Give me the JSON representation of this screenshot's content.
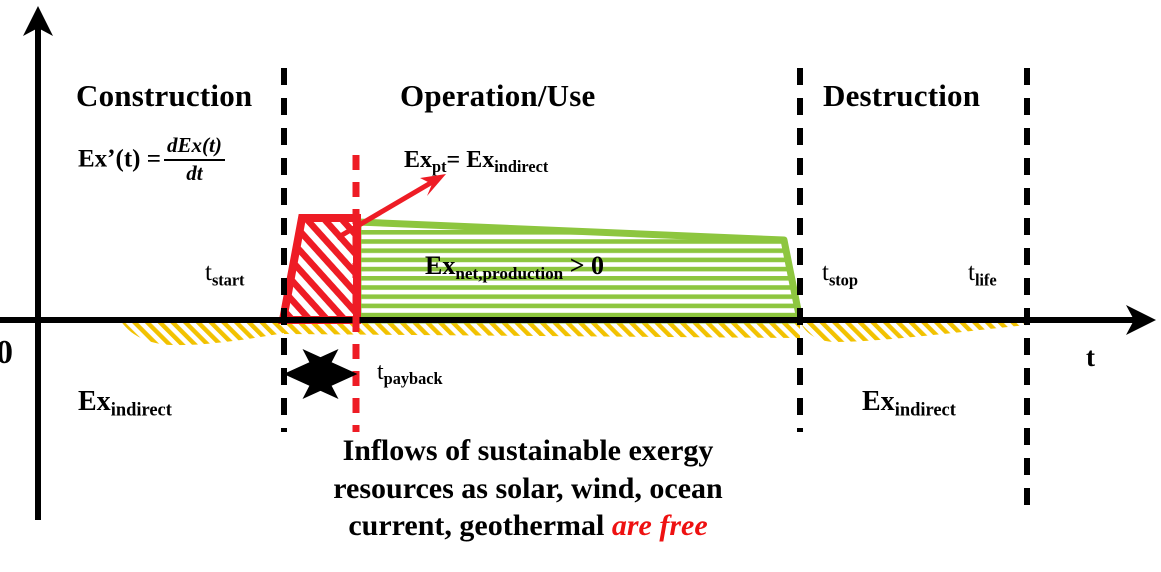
{
  "diagram": {
    "phases": [
      {
        "id": "construction",
        "label": "Construction"
      },
      {
        "id": "operation",
        "label": "Operation/Use"
      },
      {
        "id": "destruction",
        "label": "Destruction"
      }
    ],
    "axes": {
      "x_label": "t",
      "origin_label": "0"
    },
    "time_markers": [
      {
        "id": "t-start",
        "base": "t",
        "sub": "start"
      },
      {
        "id": "t-stop",
        "base": "t",
        "sub": "stop"
      },
      {
        "id": "t-life",
        "base": "t",
        "sub": "life"
      },
      {
        "id": "t-payback",
        "base": "t",
        "sub": "payback"
      }
    ],
    "formula": {
      "lhs": "Exʼ(t) =",
      "numerator": "dEx(t)",
      "denominator": "dt"
    },
    "annotations": {
      "payback_energy": {
        "lhs": "Ex",
        "lhs_sub": "pt",
        "eq": "= Ex",
        "rhs_sub": "indirect"
      },
      "net_production": {
        "base": "Ex",
        "sub": "net,production",
        "comparison": "> 0"
      },
      "indirect_left": {
        "base": "Ex",
        "sub": "indirect"
      },
      "indirect_right": {
        "base": "Ex",
        "sub": "indirect"
      }
    },
    "caption": {
      "line1": "Inflows of sustainable exergy",
      "line2": "resources as solar, wind, ocean",
      "line3_plain": "current, geothermal ",
      "line3_emphasis": "are free"
    },
    "colors": {
      "axis": "#000000",
      "payback_region": "#ee1c25",
      "production_region": "#82c341",
      "indirect_region": "#f2c200",
      "emphasis_text": "#ee1111"
    }
  }
}
